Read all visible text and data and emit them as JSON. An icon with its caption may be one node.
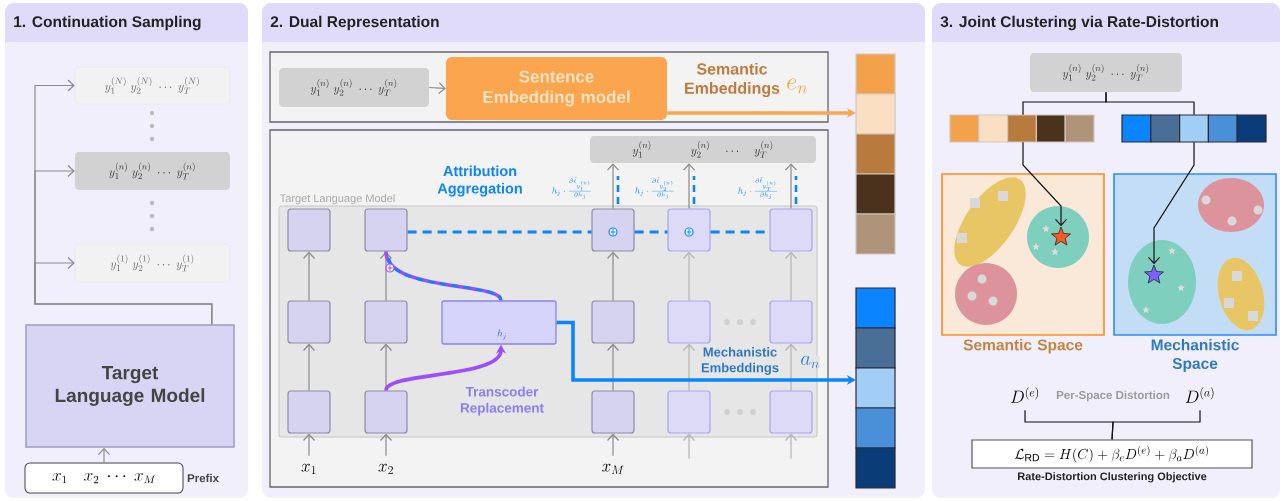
{
  "diagram": {
    "nodes": [
      {
        "text": [
          "1. Continuation Sampling"
        ]
      },
      {
        "text": [
          "y_1^{(N)}\\ y_2^{(N)}\\ \\cdots\\ y_T^{(N)}"
        ],
        "in": 0
      },
      {
        "text": [
          "y_1^{(n)}\\ y_2^{(n)}\\ \\cdots\\ y_T^{(n)}"
        ],
        "in": 0
      },
      {
        "text": [
          "y_1^{(1)}\\ y_2^{(1)}\\ \\cdots\\ y_T^{(1)}"
        ],
        "in": 0
      },
      {
        "text": [
          "Target Language Model"
        ],
        "in": 0
      },
      {
        "text": [
          "x_1\\quad x_2\\ \\cdots\\ x_M"
        ],
        "beside": [
          "Prefix"
        ],
        "in": 0
      },
      {
        "text": [
          "2. Dual Representation"
        ]
      },
      {
        "text": [],
        "shape": "box",
        "in": 6
      },
      {
        "text": [
          "y_1^{(n)}\\ y_2^{(n)}\\ \\cdots\\ y_T^{(n)}"
        ],
        "in": 7
      },
      {
        "text": [
          "Sentence Embedding model"
        ],
        "in": 7
      },
      {
        "text": [],
        "shape": "bar",
        "in": 6
      },
      {
        "text": [],
        "shape": "box",
        "in": 6
      },
      {
        "text": [
          "y_1^{(n)}\\qquad\\quad y_2^{(n)}\\quad \\cdots\\quad y_T^{(n)}"
        ],
        "in": 11
      },
      {
        "text": [
          "Target Language Model"
        ],
        "in": 11
      },
      {
        "text": [],
        "shape": "box",
        "in": 13
      },
      {
        "text": [],
        "shape": "box",
        "in": 13
      },
      {
        "text": [],
        "shape": "box",
        "in": 13
      },
      {
        "text": [],
        "shape": "box",
        "in": 13
      },
      {
        "text": [],
        "shape": "box",
        "in": 13
      },
      {
        "text": [],
        "shape": "box",
        "in": 13
      },
      {
        "text": [],
        "shape": "box",
        "in": 13
      },
      {
        "text": [
          "h_j"
        ],
        "in": 13
      },
      {
        "text": [],
        "shape": "box",
        "in": 13
      },
      {
        "text": [],
        "shape": "box",
        "in": 13
      },
      {
        "text": [],
        "shape": "box",
        "in": 13
      },
      {
        "text": [],
        "shape": "box",
        "in": 13
      },
      {
        "text": [],
        "shape": "box",
        "in": 13
      },
      {
        "text": [],
        "shape": "box",
        "in": 13
      },
      {
        "text": [],
        "shape": "box",
        "in": 13
      },
      {
        "text": [],
        "shape": "box",
        "in": 13
      },
      {
        "text": [
          "x_1"
        ],
        "in": 11
      },
      {
        "text": [
          "x_2"
        ],
        "in": 11
      },
      {
        "text": [
          "x_M"
        ],
        "in": 11
      },
      {
        "text": [],
        "shape": "bar",
        "in": 6
      },
      {
        "text": [
          "3. Joint Clustering via Rate-Distortion"
        ]
      },
      {
        "text": [
          "y_1^{(n)}\\ y_2^{(n)}\\ \\cdots\\ y_T^{(n)}"
        ],
        "in": 34
      },
      {
        "text": [],
        "shape": "bar",
        "in": 34
      },
      {
        "text": [],
        "shape": "bar",
        "in": 34
      },
      {
        "text": [
          "Semantic Space"
        ],
        "in": 34
      },
      {
        "text": [],
        "shape": "star",
        "in": 38
      },
      {
        "text": [
          "Mechanistic Space"
        ],
        "in": 34
      },
      {
        "text": [],
        "shape": "star",
        "in": 40
      },
      {
        "text": [
          "D^{(e)}"
        ],
        "in": 34
      },
      {
        "text": [
          "D^{(a)}"
        ],
        "in": 34
      },
      {
        "text": [
          "\\mathcal{L}_{\\mathrm{RD}} = H(C) + \\beta_e D^{(e)} + \\beta_a D^{(a)}"
        ],
        "beside": [
          "Rate-Distortion Clustering Objective"
        ],
        "in": 34
      }
    ],
    "edges": [
      {
        "from": 5,
        "to": 4,
        "arrow": "to"
      },
      {
        "from": 4,
        "to": 1,
        "arrow": "to"
      },
      {
        "from": 4,
        "to": 2,
        "arrow": "to"
      },
      {
        "from": 4,
        "to": 3,
        "arrow": "to"
      },
      {
        "from": 8,
        "to": 9,
        "arrow": "to"
      },
      {
        "from": 9,
        "to": 10,
        "arrow": "to",
        "label": "Semantic Embeddings",
        "style": "thick",
        "color": "#fba64f"
      },
      {
        "from": 30,
        "to": 25,
        "arrow": "to"
      },
      {
        "from": 31,
        "to": 26,
        "arrow": "to"
      },
      {
        "from": 32,
        "to": 27,
        "arrow": "to"
      },
      {
        "from": null,
        "to": 28,
        "arrow": "to",
        "color": "#b4b4b4"
      },
      {
        "from": null,
        "to": 29,
        "arrow": "to",
        "color": "#b4b4b4"
      },
      {
        "from": 25,
        "to": 19,
        "arrow": "to"
      },
      {
        "from": 26,
        "to": 20,
        "arrow": "to"
      },
      {
        "from": 27,
        "to": 22,
        "arrow": "to"
      },
      {
        "from": 28,
        "to": 23,
        "arrow": "to",
        "color": "#b4b4b4"
      },
      {
        "from": 29,
        "to": 24,
        "arrow": "to",
        "color": "#b4b4b4"
      },
      {
        "from": 19,
        "to": 14,
        "arrow": "to"
      },
      {
        "from": 20,
        "to": 15,
        "arrow": "to"
      },
      {
        "from": 22,
        "to": 16,
        "arrow": "to"
      },
      {
        "from": 23,
        "to": 17,
        "arrow": "to",
        "color": "#b4b4b4"
      },
      {
        "from": 24,
        "to": 18,
        "arrow": "to",
        "color": "#b4b4b4"
      },
      {
        "from": 16,
        "to": 12,
        "arrow": "to"
      },
      {
        "from": 17,
        "to": 12,
        "arrow": "to"
      },
      {
        "from": 18,
        "to": 12,
        "arrow": "to"
      },
      {
        "from": 26,
        "to": 21,
        "arrow": "to",
        "label": "Transcoder Replacement",
        "style": "thick",
        "color": "#9b4dff"
      },
      {
        "from": 21,
        "to": 15,
        "arrow": "none",
        "style": "thick",
        "color": "#9b4dff"
      },
      {
        "from": 15,
        "to": 16,
        "arrow": "none",
        "label": "Attribution Aggregation",
        "style": "dashed",
        "color": "#0a84ff"
      },
      {
        "from": 16,
        "to": 17,
        "arrow": "none",
        "style": "dashed",
        "color": "#0a84ff"
      },
      {
        "from": 17,
        "to": 18,
        "arrow": "none",
        "style": "dashed",
        "color": "#0a84ff"
      },
      {
        "from": 21,
        "to": 33,
        "arrow": "to",
        "label": "Mechanistic Embeddings",
        "style": "thick",
        "color": "#0a84ff"
      },
      {
        "from": 35,
        "to": 36,
        "arrow": "none",
        "color": "#111111"
      },
      {
        "from": 35,
        "to": 37,
        "arrow": "none",
        "color": "#111111"
      },
      {
        "from": 36,
        "to": 39,
        "arrow": "to",
        "color": "#111111"
      },
      {
        "from": 37,
        "to": 41,
        "arrow": "to",
        "color": "#111111"
      },
      {
        "from": 42,
        "to": 44,
        "arrow": "none",
        "color": "#111111"
      },
      {
        "from": 43,
        "to": 44,
        "arrow": "none",
        "color": "#111111"
      }
    ],
    "labels": [
      "e_n",
      "h_j \\cdot \\frac{\\partial \\tilde{\\ell}_{y_1^{(n)}}}{\\partial h_j}",
      "h_j \\cdot \\frac{\\partial \\tilde{\\ell}_{y_2^{(n)}}}{\\partial h_j}",
      "h_j \\cdot \\frac{\\partial \\tilde{\\ell}_{y_T^{(n)}}}{\\partial h_j}",
      "a_n",
      "Per-Space Distortion"
    ]
  }
}
